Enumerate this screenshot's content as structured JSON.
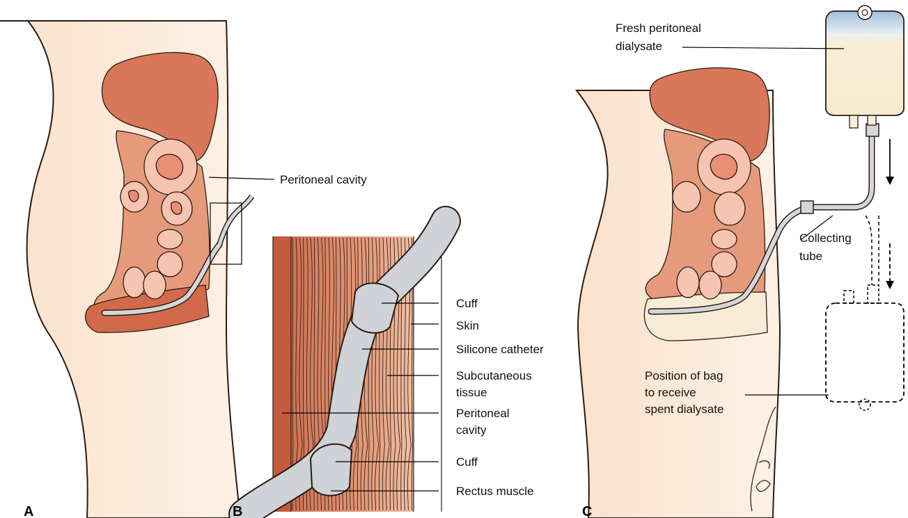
{
  "panels": {
    "a": "A",
    "b": "B",
    "c": "C"
  },
  "labels": {
    "peritoneal_cavity_a": "Peritoneal cavity",
    "cuff_top": "Cuff",
    "skin": "Skin",
    "silicone_catheter": "Silicone catheter",
    "subcutaneous_1": "Subcutaneous",
    "subcutaneous_2": "tissue",
    "peritoneal_b_1": "Peritoneal",
    "peritoneal_b_2": "cavity",
    "cuff_bottom": "Cuff",
    "rectus_muscle": "Rectus muscle",
    "fresh_1": "Fresh peritoneal",
    "fresh_2": "dialysate",
    "collecting_1": "Collecting",
    "collecting_2": "tube",
    "position_1": "Position of bag",
    "position_2": "to receive",
    "position_3": "spent dialysate"
  },
  "colors": {
    "skin": "#fbe4cf",
    "organ": "#d8775a",
    "organ_dark": "#c65a3c",
    "bowel": "#f6c4b0",
    "tissue_light": "#f3c4a8",
    "muscle": "#b8593e",
    "catheter": "#c9ccd0",
    "dialysate": "#f6ecd2",
    "bag_cap": "#a8c6e0"
  }
}
